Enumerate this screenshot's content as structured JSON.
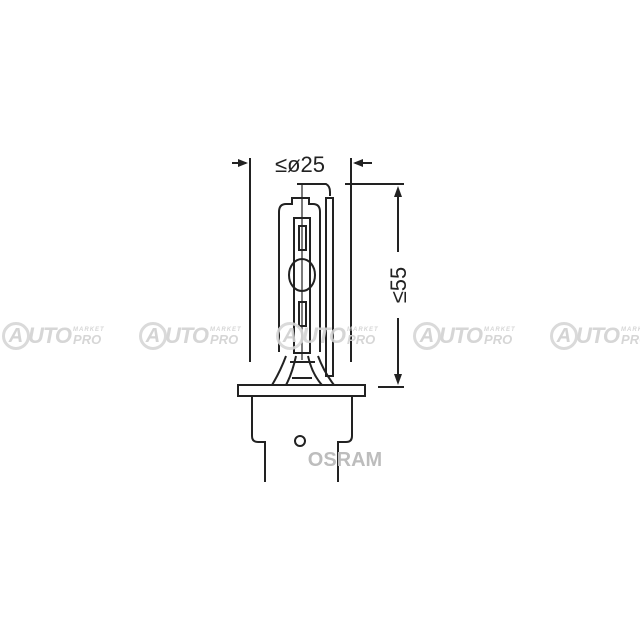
{
  "dimensions": {
    "diameter_label": "≤ø25",
    "length_label": "≤55"
  },
  "brand_label": "OSRAM",
  "watermark": {
    "letter": "A",
    "word": "UTO",
    "small_top": "MARKET",
    "small_bottom": "PRO",
    "count": 5
  }
}
